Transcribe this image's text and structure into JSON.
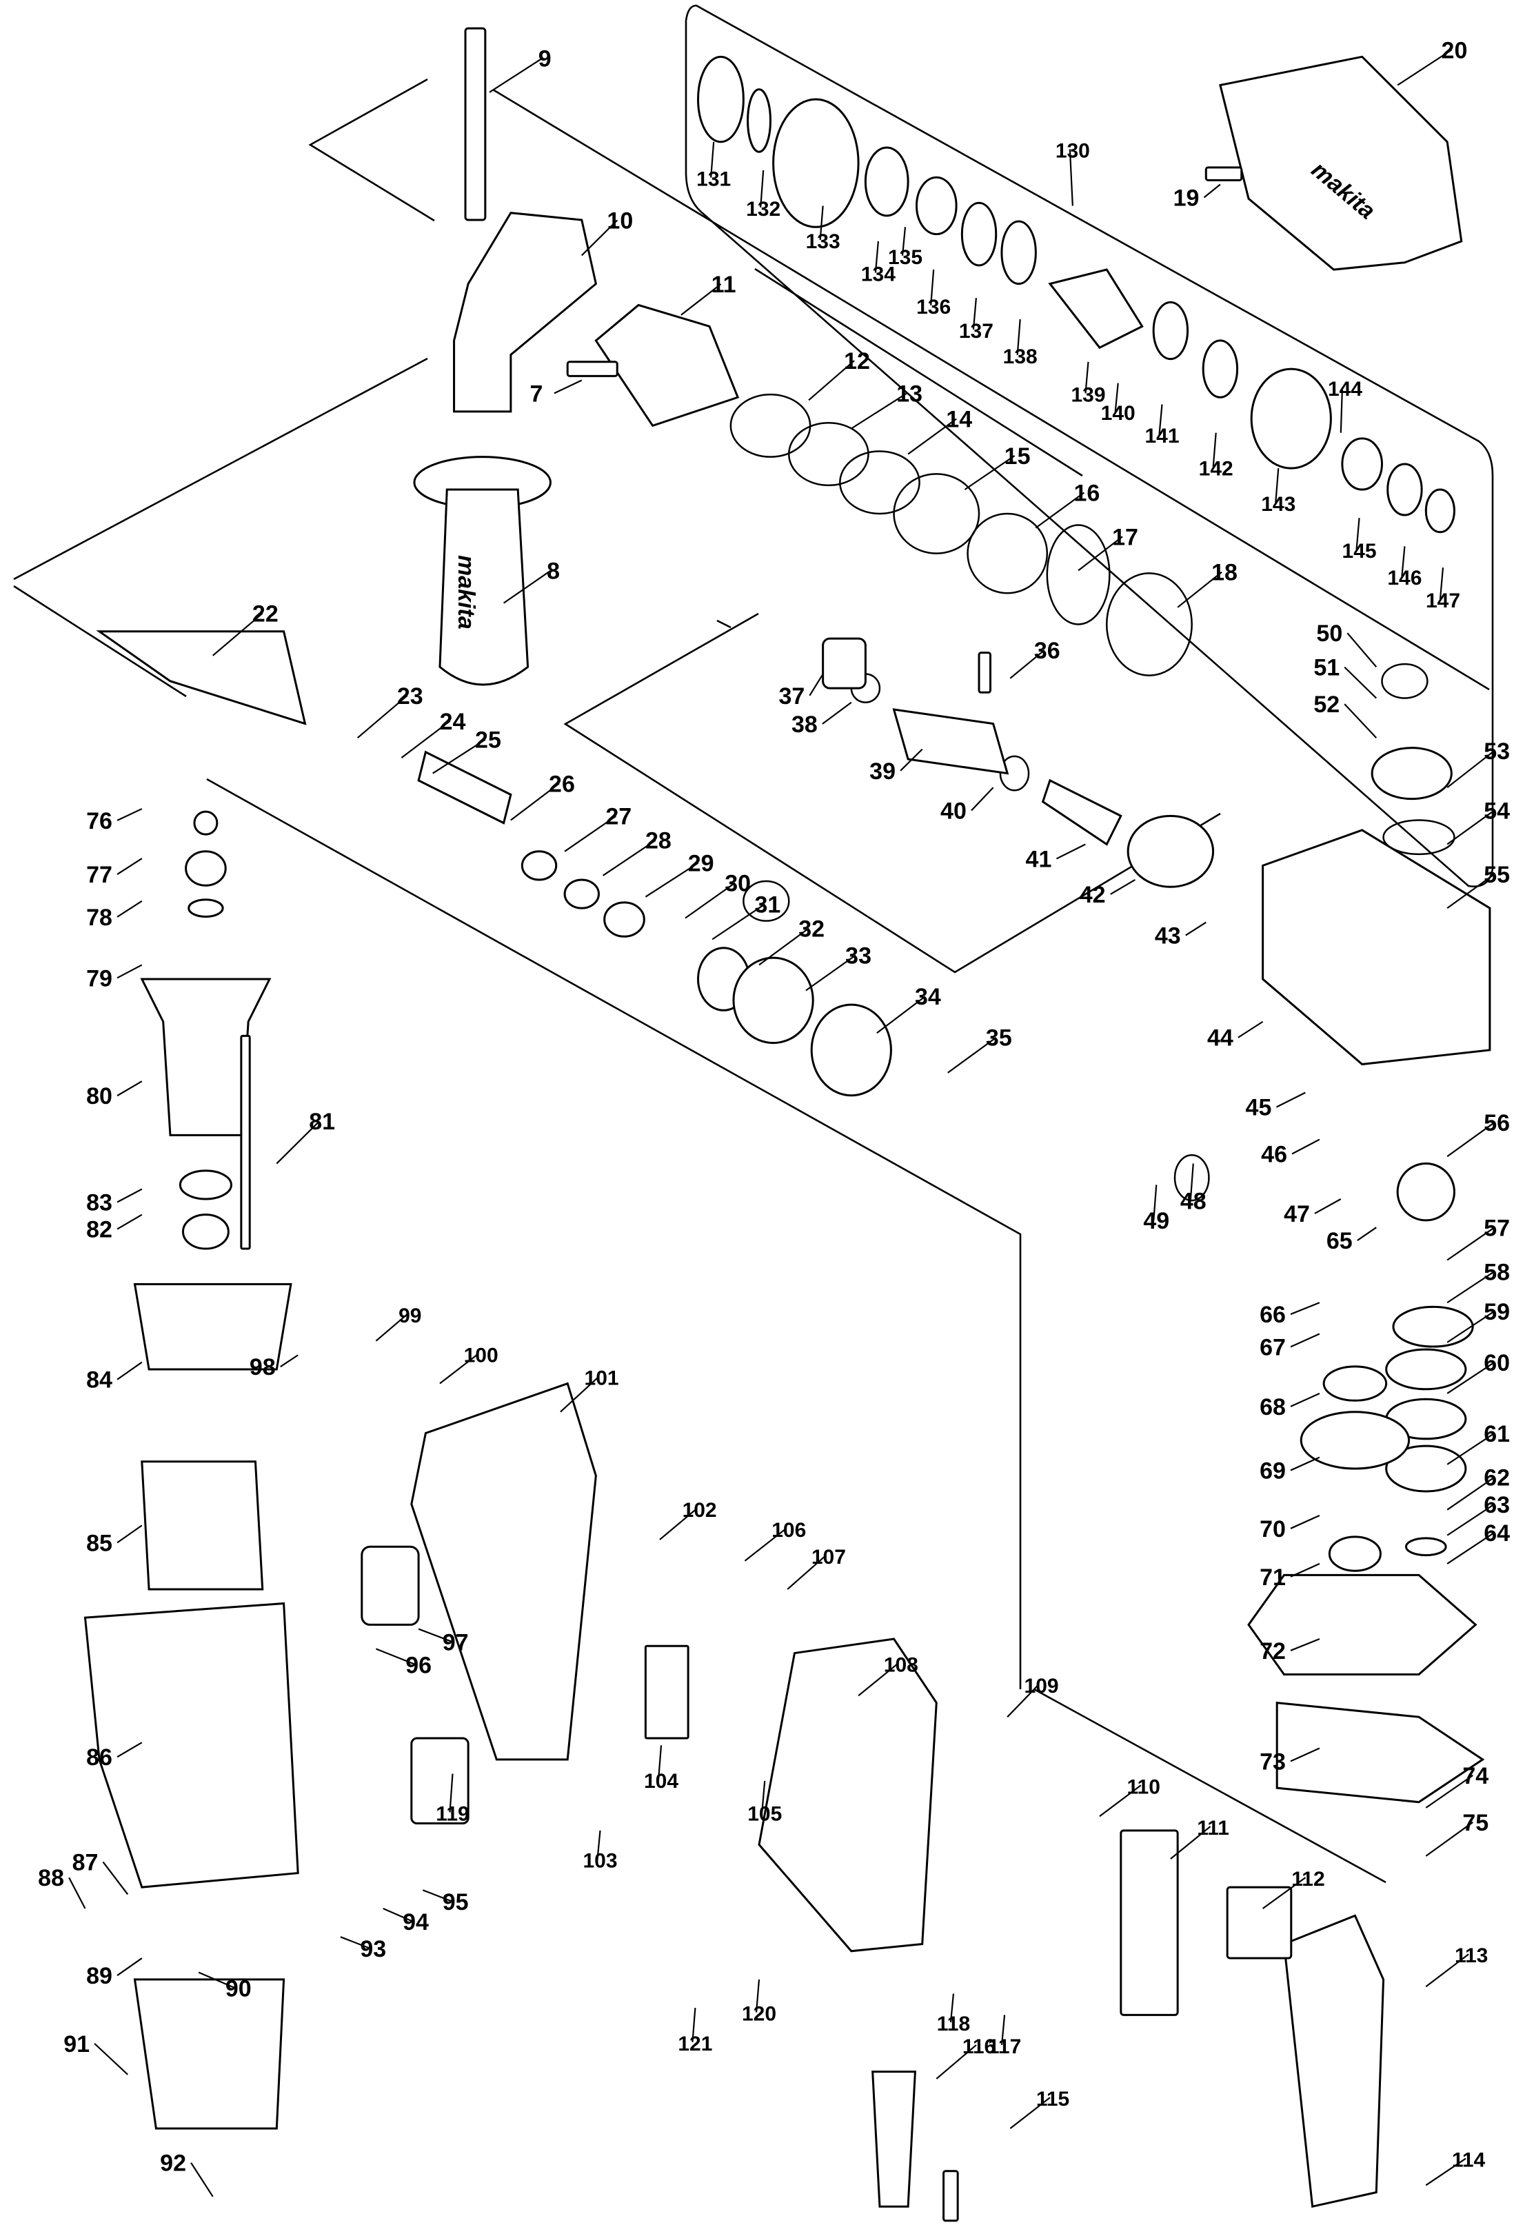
{
  "title": "Rotary hammer exploded parts diagram",
  "brand_marks": [
    "makita",
    "makita"
  ],
  "subassembly_group_label": "130",
  "parts": [
    {
      "no": "7"
    },
    {
      "no": "8"
    },
    {
      "no": "9"
    },
    {
      "no": "10"
    },
    {
      "no": "11"
    },
    {
      "no": "12"
    },
    {
      "no": "13"
    },
    {
      "no": "14"
    },
    {
      "no": "15"
    },
    {
      "no": "16"
    },
    {
      "no": "17"
    },
    {
      "no": "18"
    },
    {
      "no": "19"
    },
    {
      "no": "20"
    },
    {
      "no": "22"
    },
    {
      "no": "23"
    },
    {
      "no": "24"
    },
    {
      "no": "25"
    },
    {
      "no": "26"
    },
    {
      "no": "27"
    },
    {
      "no": "28"
    },
    {
      "no": "29"
    },
    {
      "no": "30"
    },
    {
      "no": "31"
    },
    {
      "no": "32"
    },
    {
      "no": "33"
    },
    {
      "no": "34"
    },
    {
      "no": "35"
    },
    {
      "no": "36"
    },
    {
      "no": "37"
    },
    {
      "no": "38"
    },
    {
      "no": "39"
    },
    {
      "no": "40"
    },
    {
      "no": "41"
    },
    {
      "no": "42"
    },
    {
      "no": "43"
    },
    {
      "no": "44"
    },
    {
      "no": "45"
    },
    {
      "no": "46"
    },
    {
      "no": "47"
    },
    {
      "no": "48"
    },
    {
      "no": "49"
    },
    {
      "no": "50"
    },
    {
      "no": "51"
    },
    {
      "no": "52"
    },
    {
      "no": "53"
    },
    {
      "no": "54"
    },
    {
      "no": "55"
    },
    {
      "no": "56"
    },
    {
      "no": "57"
    },
    {
      "no": "58"
    },
    {
      "no": "59"
    },
    {
      "no": "60"
    },
    {
      "no": "61"
    },
    {
      "no": "62"
    },
    {
      "no": "63"
    },
    {
      "no": "64"
    },
    {
      "no": "65"
    },
    {
      "no": "66"
    },
    {
      "no": "67"
    },
    {
      "no": "68"
    },
    {
      "no": "69"
    },
    {
      "no": "70"
    },
    {
      "no": "71"
    },
    {
      "no": "72"
    },
    {
      "no": "73"
    },
    {
      "no": "74"
    },
    {
      "no": "75"
    },
    {
      "no": "76"
    },
    {
      "no": "77"
    },
    {
      "no": "78"
    },
    {
      "no": "79"
    },
    {
      "no": "80"
    },
    {
      "no": "81"
    },
    {
      "no": "82"
    },
    {
      "no": "83"
    },
    {
      "no": "84"
    },
    {
      "no": "85"
    },
    {
      "no": "86"
    },
    {
      "no": "87"
    },
    {
      "no": "88"
    },
    {
      "no": "89"
    },
    {
      "no": "90"
    },
    {
      "no": "91"
    },
    {
      "no": "92"
    },
    {
      "no": "93"
    },
    {
      "no": "94"
    },
    {
      "no": "95"
    },
    {
      "no": "96"
    },
    {
      "no": "97"
    },
    {
      "no": "98"
    },
    {
      "no": "99"
    },
    {
      "no": "100"
    },
    {
      "no": "101"
    },
    {
      "no": "102"
    },
    {
      "no": "103"
    },
    {
      "no": "104"
    },
    {
      "no": "105"
    },
    {
      "no": "106"
    },
    {
      "no": "107"
    },
    {
      "no": "108"
    },
    {
      "no": "109"
    },
    {
      "no": "110"
    },
    {
      "no": "111"
    },
    {
      "no": "112"
    },
    {
      "no": "113"
    },
    {
      "no": "114"
    },
    {
      "no": "115"
    },
    {
      "no": "116"
    },
    {
      "no": "117"
    },
    {
      "no": "118"
    },
    {
      "no": "119"
    },
    {
      "no": "120"
    },
    {
      "no": "121"
    },
    {
      "no": "130"
    },
    {
      "no": "131"
    },
    {
      "no": "132"
    },
    {
      "no": "133"
    },
    {
      "no": "134"
    },
    {
      "no": "135"
    },
    {
      "no": "136"
    },
    {
      "no": "137"
    },
    {
      "no": "138"
    },
    {
      "no": "139"
    },
    {
      "no": "140"
    },
    {
      "no": "141"
    },
    {
      "no": "142"
    },
    {
      "no": "143"
    },
    {
      "no": "144"
    },
    {
      "no": "145"
    },
    {
      "no": "146"
    },
    {
      "no": "147"
    }
  ]
}
